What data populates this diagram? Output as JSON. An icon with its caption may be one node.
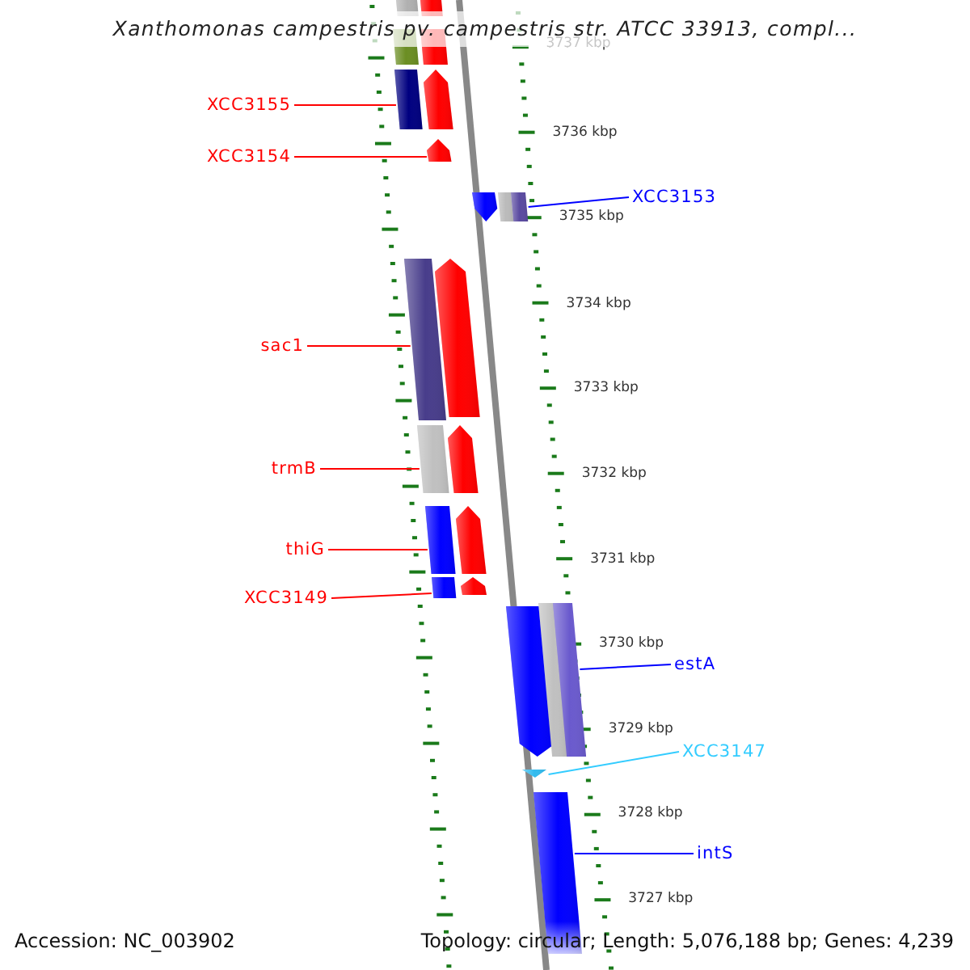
{
  "diagram": {
    "title": "Xanthomonas campestris pv. campestris str. ATCC 33913, compl...",
    "nodes": [
      {
        "text": [
          "XCC3155"
        ]
      },
      {
        "text": [
          "XCC3154"
        ]
      },
      {
        "text": [
          "XCC3153"
        ]
      },
      {
        "text": [
          "sac1"
        ]
      },
      {
        "text": [
          "trmB"
        ]
      },
      {
        "text": [
          "thiG"
        ]
      },
      {
        "text": [
          "XCC3149"
        ]
      },
      {
        "text": [
          "estA"
        ]
      },
      {
        "text": [
          "XCC3147"
        ]
      },
      {
        "text": [
          "intS"
        ]
      },
      {
        "text": [],
        "shape": "bar"
      },
      {
        "text": [],
        "shape": "bar"
      },
      {
        "text": [],
        "shape": "bar"
      },
      {
        "text": [],
        "shape": "bar"
      },
      {
        "text": [],
        "shape": "bar"
      },
      {
        "text": [],
        "shape": "bar"
      },
      {
        "text": [],
        "shape": "bar"
      },
      {
        "text": [],
        "shape": "bar"
      },
      {
        "text": [],
        "shape": "bar"
      },
      {
        "text": [],
        "shape": "bar"
      },
      {
        "text": [],
        "shape": "bar"
      },
      {
        "text": [],
        "shape": "bar"
      },
      {
        "text": [],
        "shape": "bar"
      },
      {
        "text": [],
        "shape": "bar"
      },
      {
        "text": [],
        "shape": "bar"
      },
      {
        "text": [],
        "shape": "bar"
      },
      {
        "text": [],
        "shape": "bar"
      },
      {
        "text": [],
        "shape": "bar"
      },
      {
        "text": [],
        "shape": "bar"
      },
      {
        "text": [],
        "shape": "bar"
      },
      {
        "text": [],
        "shape": "bar"
      },
      {
        "text": [],
        "shape": "bar"
      },
      {
        "text": [],
        "shape": "bar"
      }
    ],
    "edges": [
      {
        "from": 0,
        "to": 14,
        "arrow": "none"
      },
      {
        "from": 1,
        "to": 16,
        "arrow": "none"
      },
      {
        "from": 2,
        "to": 19,
        "arrow": "none",
        "color": "#0000ff"
      },
      {
        "from": 3,
        "to": 20,
        "arrow": "none"
      },
      {
        "from": 4,
        "to": 22,
        "arrow": "none"
      },
      {
        "from": 5,
        "to": 24,
        "arrow": "none"
      },
      {
        "from": 6,
        "to": 26,
        "arrow": "none"
      },
      {
        "from": 7,
        "to": 30,
        "arrow": "none",
        "color": "#0000ff"
      },
      {
        "from": 8,
        "to": 31,
        "arrow": "none",
        "color": "#33ccff"
      },
      {
        "from": 9,
        "to": 32,
        "arrow": "none",
        "color": "#0000ff"
      }
    ],
    "labels": [
      "3737 kbp",
      "3736 kbp",
      "3735 kbp",
      "3734 kbp",
      "3733 kbp",
      "3732 kbp",
      "3731 kbp",
      "3730 kbp",
      "3729 kbp",
      "3728 kbp",
      "3727 kbp",
      "Accession: NC_003902",
      "Topology: circular; Length: 5,076,188 bp; Genes: 4,239"
    ]
  }
}
